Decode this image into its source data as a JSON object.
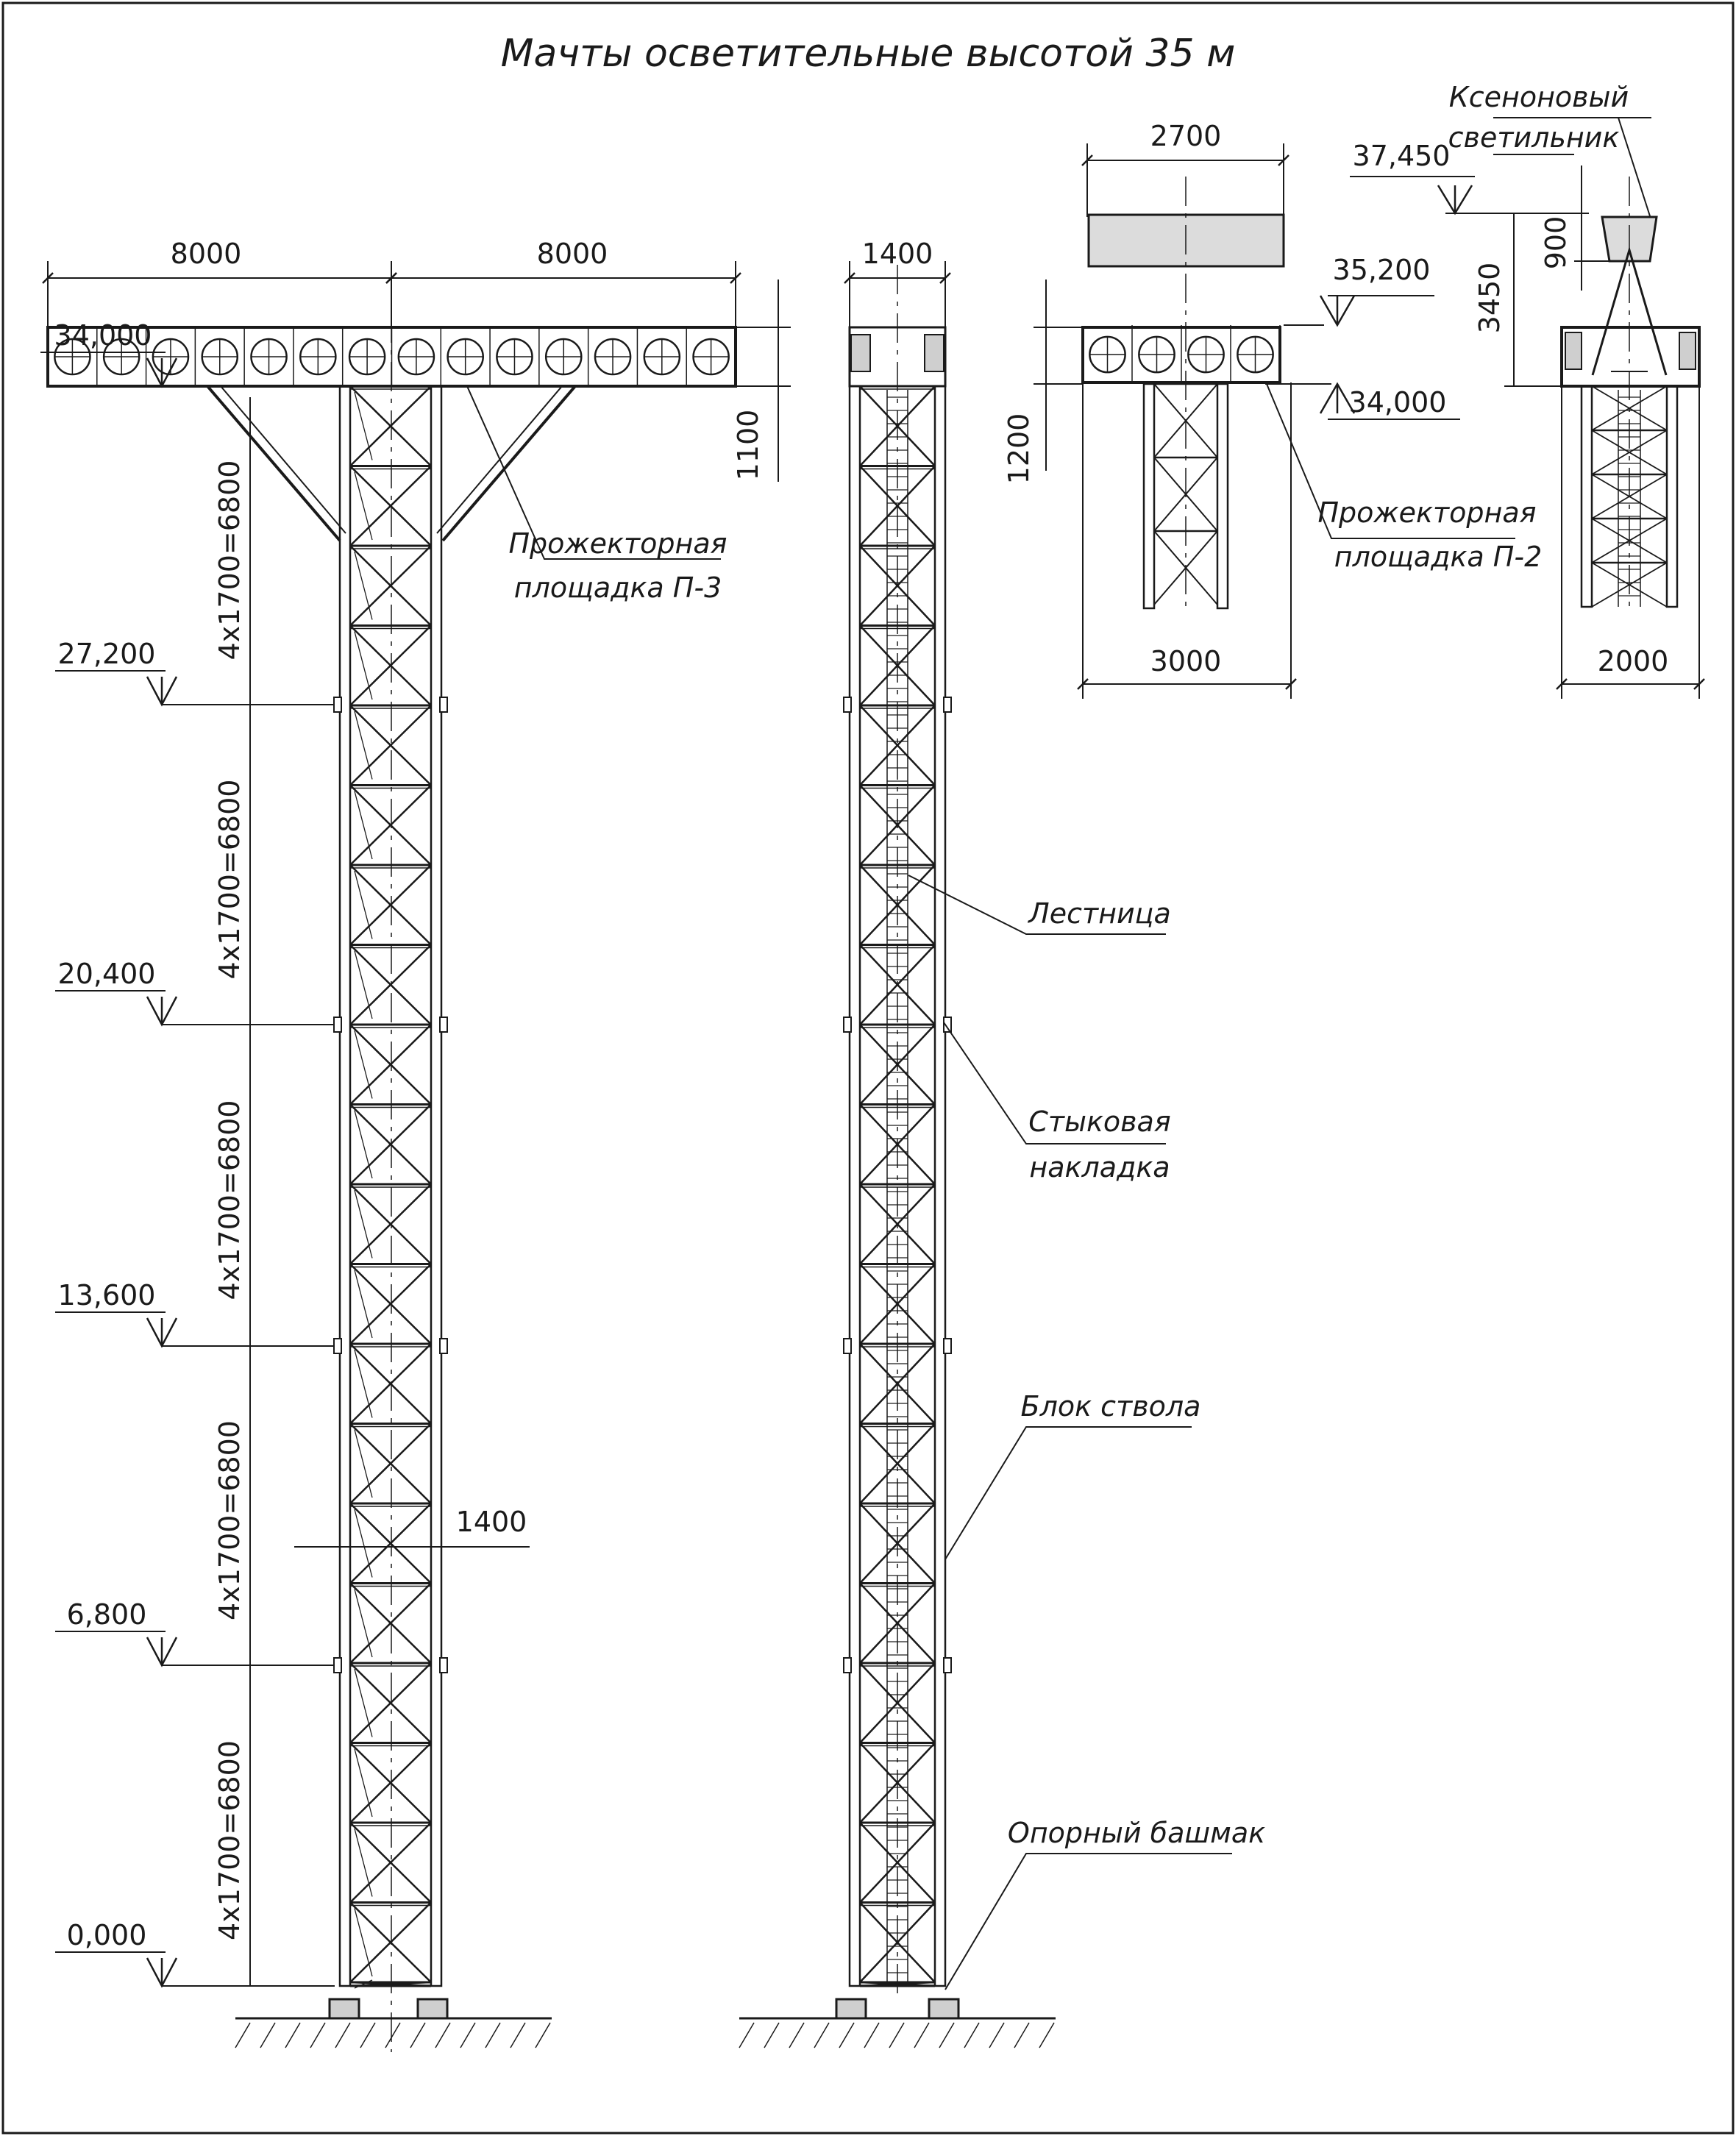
{
  "title": "Мачты осветительные высотой 35 м",
  "dims": {
    "span_left": "8000",
    "span_right": "8000",
    "mast_width_side": "1400",
    "mast_width_front": "1400",
    "platform_height_p3": "1100",
    "mast_width_bottom": "1400",
    "p2_top_width": "2700",
    "p2_bottom_width": "3000",
    "p2_height": "1200",
    "lamp_bottom_width": "2000",
    "lamp_height": "3450",
    "lamp_head": "900"
  },
  "levels": [
    "34,000",
    "27,200",
    "20,400",
    "13,600",
    "6,800",
    "0,000"
  ],
  "levels_p2": [
    "35,200",
    "34,000"
  ],
  "level_lamp": "37,450",
  "section_label": "4x1700=6800",
  "labels": {
    "platform_p3_line1": "Прожекторная",
    "platform_p3_line2": "площадка П-3",
    "platform_p2_line1": "Прожекторная",
    "platform_p2_line2": "площадка П-2",
    "lamp_line1": "Ксеноновый",
    "lamp_line2": "светильник",
    "ladder": "Лестница",
    "joint_line1": "Стыковая",
    "joint_line2": "накладка",
    "block": "Блок ствола",
    "shoe": "Опорный башмак"
  },
  "colors": {
    "ink": "#1a1a1a",
    "fill_gray": "#dcdcdc"
  }
}
